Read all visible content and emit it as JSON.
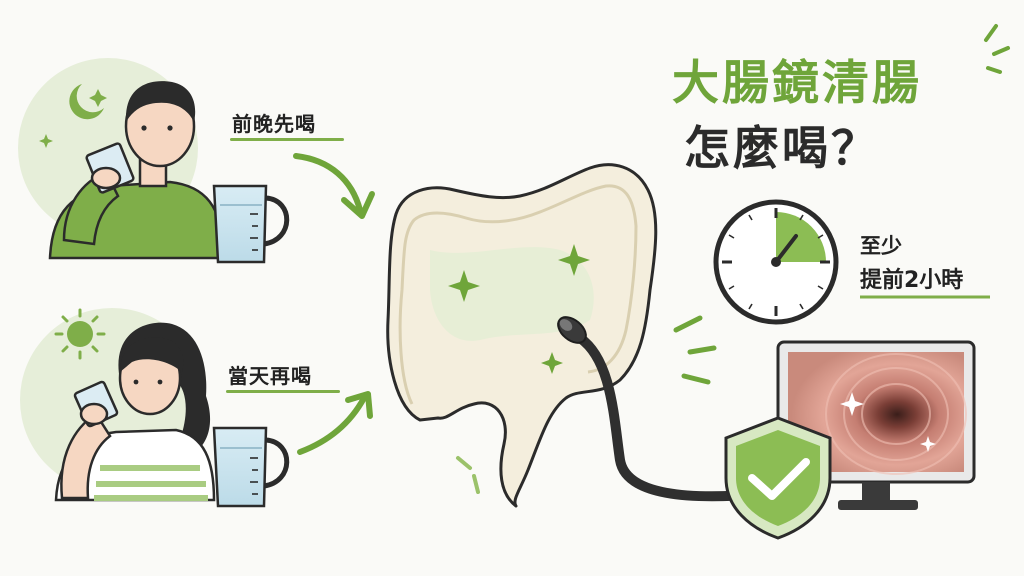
{
  "title": {
    "line1": "大腸鏡清腸",
    "line2": "怎麼喝？"
  },
  "steps": [
    {
      "label": "前晚先喝",
      "time_icon": "moon-icon"
    },
    {
      "label": "當天再喝",
      "time_icon": "sun-icon"
    }
  ],
  "timing_note": {
    "line1": "至少",
    "line2": "提前2小時"
  },
  "colors": {
    "accent_green": "#6fa53a",
    "light_green": "#e4edd5",
    "dark_text": "#2b2b2b"
  },
  "icons": [
    "moon-icon",
    "sun-icon",
    "clock-icon",
    "shield-check-icon",
    "colon-icon",
    "endoscope-icon",
    "monitor-icon",
    "measuring-jug-icon"
  ]
}
